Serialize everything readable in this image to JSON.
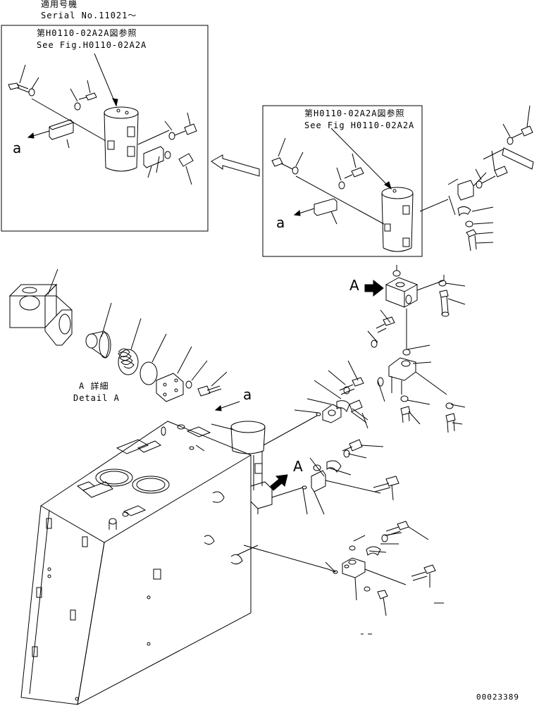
{
  "header": {
    "applicable_model_jp": "適用号機",
    "serial_label": "Serial No.11021～"
  },
  "inset_upper_left": {
    "ref_jp": "第H0110-02A2A図参照",
    "ref_en": "See Fig.H0110-02A2A",
    "callout": "a"
  },
  "inset_upper_right": {
    "ref_jp": "第H0110-02A2A図参照",
    "ref_en": "See Fig H0110-02A2A",
    "callout": "a"
  },
  "detail": {
    "title_jp": "A 詳細",
    "title_en": "Detail A"
  },
  "callouts": {
    "a_main": "a",
    "A_upper": "A",
    "A_lower": "A"
  },
  "drawing_number": "00023389"
}
